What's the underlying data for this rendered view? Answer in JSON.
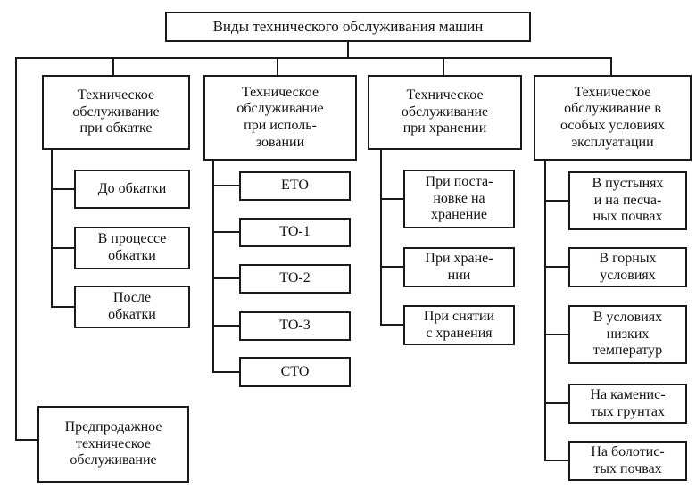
{
  "diagram": {
    "title": "Виды технического обслуживания машин",
    "columns": [
      {
        "header": "Техническое\nобслуживание\nпри обкатке",
        "children": [
          "До обкатки",
          "В процессе\nобкатки",
          "После\nобкатки"
        ]
      },
      {
        "header": "Техническое\nобслуживание\nпри исполь-\nзовании",
        "children": [
          "ЕТО",
          "ТО-1",
          "ТО-2",
          "ТО-3",
          "СТО"
        ]
      },
      {
        "header": "Техническое\nобслуживание\nпри хранении",
        "children": [
          "При поста-\nновке на\nхранение",
          "При хране-\nнии",
          "При снятии\nс хранения"
        ]
      },
      {
        "header": "Техническое\nобслуживание в\nособых условиях\nэксплуатации",
        "children": [
          "В пустынях\nи на песча-\nных почвах",
          "В горных\nусловиях",
          "В условиях\nнизких\nтемператур",
          "На каменис-\nтых грунтах",
          "На болотис-\nтых почвах"
        ]
      }
    ],
    "presale": "Предпродажное\nтехническое\nобслуживание"
  },
  "colors": {
    "line": "#1a1a1a",
    "background": "#ffffff",
    "text": "#111111"
  }
}
